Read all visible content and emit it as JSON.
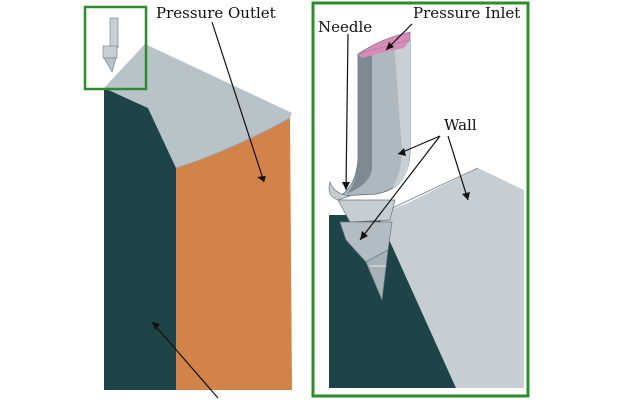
{
  "labels": {
    "pressure_outlet": "Pressure Outlet",
    "needle": "Needle",
    "pressure_inlet": "Pressure Inlet",
    "wall": "Wall"
  },
  "colors": {
    "background": "#ffffff",
    "frame": "#2e8b2e",
    "dark_face": "#1e4447",
    "outlet_face": "#d2834a",
    "top_face": "#b8c2c9",
    "light_face": "#c6ced4",
    "needle_body": "#aeb8c0",
    "needle_shadow": "#7e8a93",
    "inlet_face": "#d88ab8",
    "line": "#111111"
  }
}
